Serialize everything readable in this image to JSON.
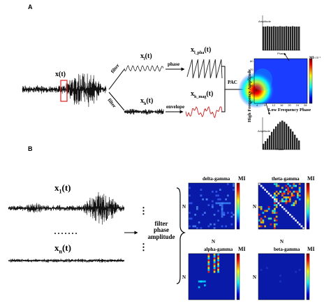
{
  "panels": {
    "a": "A",
    "b": "B"
  },
  "panel_a": {
    "signal_label": "x(t)",
    "filter_top": "filter",
    "filter_bottom": "filter",
    "low_signal": "x",
    "low_sub": "l",
    "low_suffix": "(t)",
    "high_signal": "x",
    "high_sub": "h",
    "high_suffix": "(t)",
    "phase_label": "phase",
    "envelope_label": "envelope",
    "phase_signal": "x",
    "phase_sub": "l_pha",
    "phase_suffix": "(t)",
    "mag_signal": "x",
    "mag_sub": "h_mag",
    "mag_suffix": "(t)",
    "pac_label": "PAC",
    "comod_ylabel": "High Frequency Amplitude",
    "comod_xlabel": "Low Frequency Phase",
    "comod_cb_label": "MI",
    "comod_cb_exp": "×10⁻³",
    "comod_xticks": [
      "4",
      "8",
      "12",
      "16",
      "20",
      "24",
      "28"
    ],
    "comod_yticks": [
      "80",
      "70",
      "60",
      "50",
      "40",
      "30"
    ],
    "hist_top_ylabel": "Amplitude",
    "hist_top_xlabel": "Phase",
    "hist_bottom_ylabel": "Amplitude",
    "hist_bottom_xlabel": "Phase",
    "hist_top_values": [
      0.68,
      0.68,
      0.69,
      0.68,
      0.68,
      0.69,
      0.68,
      0.68,
      0.69,
      0.68,
      0.68,
      0.69,
      0.68,
      0.68,
      0.69,
      0.68,
      0.68,
      0.68
    ],
    "hist_bottom_values": [
      0.18,
      0.26,
      0.34,
      0.44,
      0.55,
      0.64,
      0.72,
      0.8,
      0.86,
      0.9,
      0.86,
      0.8,
      0.72,
      0.64,
      0.56,
      0.46,
      0.36,
      0.28
    ]
  },
  "panel_b": {
    "signal1": "x",
    "signal1_sub": "1",
    "signal1_suffix": "(t)",
    "ellipsis": "·······",
    "signaln": "x",
    "signaln_sub": "n",
    "signaln_suffix": "(t)",
    "filter_lines": [
      "filter",
      "phase",
      "amplitude"
    ],
    "vdots": "⋮",
    "matrices": [
      {
        "title": "delta-gamma",
        "cb": "MI",
        "pattern": "delta"
      },
      {
        "title": "theta-gamma",
        "cb": "MI",
        "pattern": "theta"
      },
      {
        "title": "alpha-gamma",
        "cb": "MI",
        "pattern": "alpha"
      },
      {
        "title": "beta-gamma",
        "cb": "MI",
        "pattern": "beta"
      }
    ],
    "axis_n": "N"
  },
  "colors": {
    "signal": "#111111",
    "phase_wave": "#222222",
    "envelope_wave": "#cc2222",
    "highlight_box": "#dd2222",
    "matrix_bg": "#0a1aa8"
  }
}
